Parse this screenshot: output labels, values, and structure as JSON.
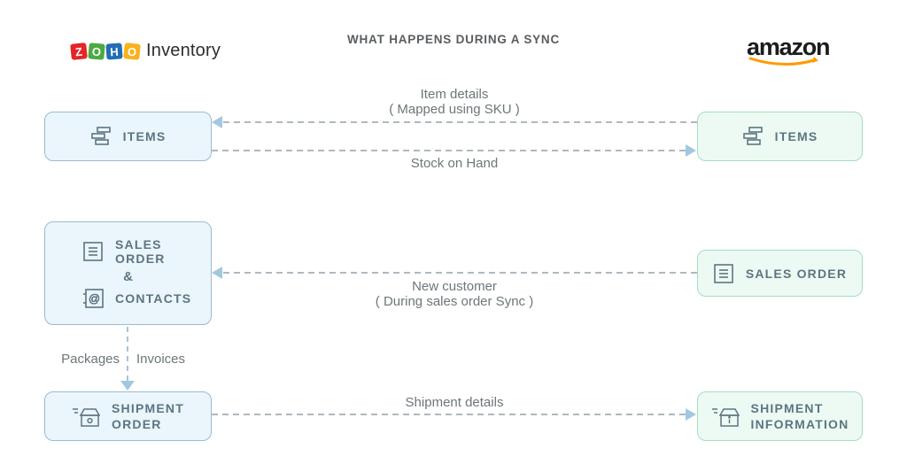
{
  "header": {
    "title": "WHAT HAPPENS DURING A SYNC",
    "zoho": {
      "letters": [
        "Z",
        "O",
        "H",
        "O"
      ],
      "product": "Inventory"
    },
    "amazon": {
      "word": "amazon"
    }
  },
  "boxes": {
    "zoho_items": {
      "label": "ITEMS"
    },
    "zoho_sales": {
      "line1": "SALES ORDER",
      "amp": "&",
      "line2": "CONTACTS"
    },
    "zoho_shipment": {
      "line1": "SHIPMENT",
      "line2": "ORDER"
    },
    "amazon_items": {
      "label": "ITEMS"
    },
    "amazon_sales": {
      "label": "SALES ORDER"
    },
    "amazon_shipment": {
      "line1": "SHIPMENT",
      "line2": "INFORMATION"
    }
  },
  "flows": {
    "item_details": {
      "line1": "Item details",
      "line2": "( Mapped using SKU )",
      "direction": "amazon-to-zoho"
    },
    "stock_on_hand": {
      "label": "Stock on Hand",
      "direction": "zoho-to-amazon"
    },
    "new_customer": {
      "line1": "New customer",
      "line2": "( During sales order Sync )",
      "direction": "amazon-to-zoho"
    },
    "shipment_details": {
      "label": "Shipment details",
      "direction": "zoho-to-amazon"
    },
    "internal": {
      "left_label": "Packages",
      "right_label": "Invoices",
      "direction": "down"
    }
  },
  "icons": [
    "items-icon",
    "sales-order-icon",
    "contacts-icon",
    "shipment-box-icon",
    "shipment-info-icon",
    "amazon-smile-icon"
  ],
  "colors": {
    "zoho_box_bg": "#eaf5fc",
    "zoho_box_border": "#9cbbcd",
    "amazon_box_bg": "#edfaf4",
    "amazon_box_border": "#a6dcc3",
    "arrow_line": "#adb9c0",
    "arrow_head": "#a2c8e1",
    "box_text": "#5d7580",
    "label_text": "#6d7679",
    "title_text": "#595d60",
    "zoho_tiles": [
      "#e42527",
      "#4da943",
      "#226db4",
      "#f9b21d"
    ],
    "amazon_smile": "#ff9900"
  }
}
